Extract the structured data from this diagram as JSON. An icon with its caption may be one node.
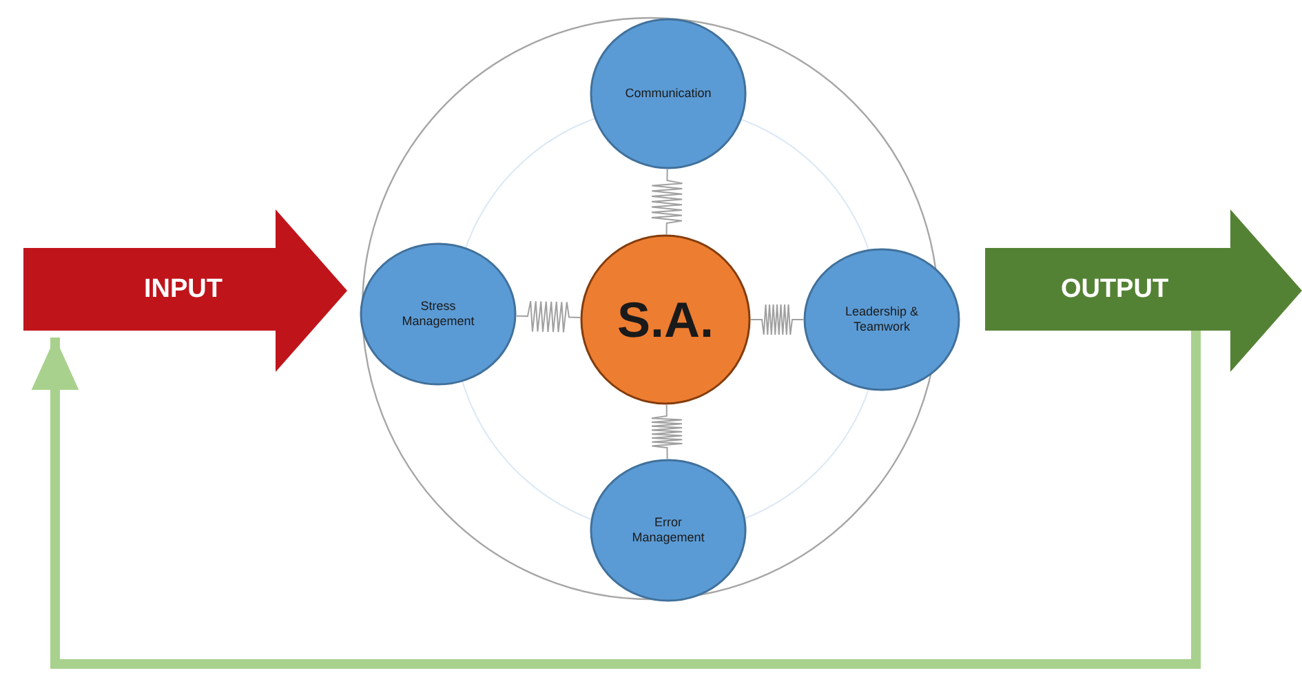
{
  "diagram": {
    "nodes": [
      {
        "text": [
          "INPUT"
        ]
      },
      {
        "text": [],
        "shape": "circle"
      },
      {
        "text": [
          "Communication"
        ],
        "in": 1
      },
      {
        "text": [
          "Stress Management"
        ],
        "in": 1
      },
      {
        "text": [
          "S.A."
        ],
        "in": 1
      },
      {
        "text": [
          "Leadership & Teamwork"
        ],
        "in": 1
      },
      {
        "text": [
          "Error Management"
        ],
        "in": 1
      },
      {
        "text": [
          "OUTPUT"
        ]
      }
    ],
    "edges": [
      {
        "from": 4,
        "to": 2,
        "arrow": "none"
      },
      {
        "from": 4,
        "to": 3,
        "arrow": "none"
      },
      {
        "from": 4,
        "to": 5,
        "arrow": "none"
      },
      {
        "from": 4,
        "to": 6,
        "arrow": "none"
      },
      {
        "from": 7,
        "to": 0,
        "arrow": "to",
        "style": "thick",
        "color": "#a9d18e"
      }
    ]
  }
}
